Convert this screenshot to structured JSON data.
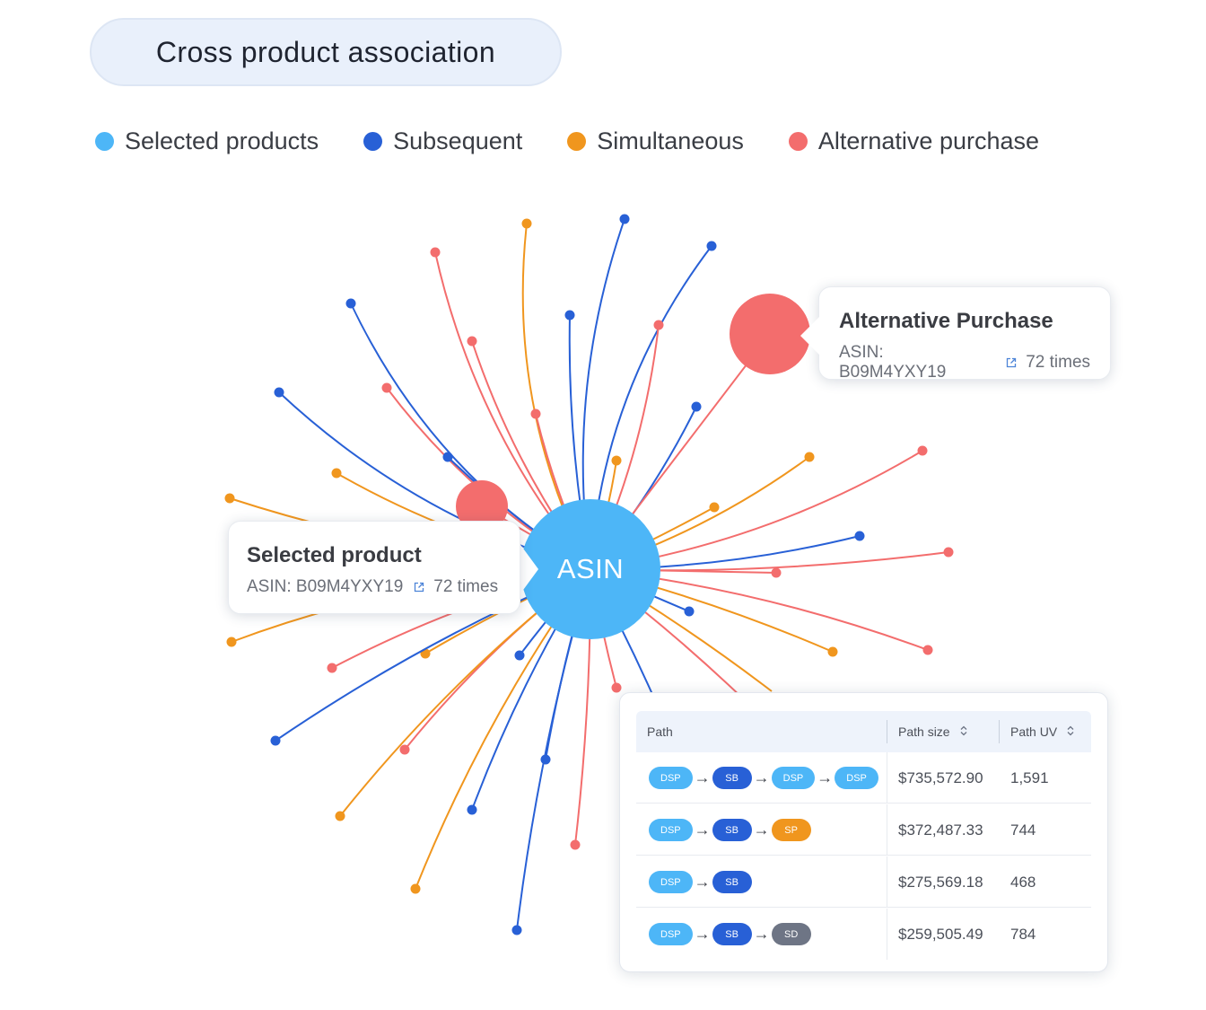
{
  "title": "Cross product association",
  "legend": [
    {
      "label": "Selected products",
      "color": "#4db6f7"
    },
    {
      "label": "Subsequent",
      "color": "#2860d6"
    },
    {
      "label": "Simultaneous",
      "color": "#f0961e"
    },
    {
      "label": "Alternative purchase",
      "color": "#f36d6d"
    }
  ],
  "colors": {
    "selected": "#4db6f7",
    "subsequent": "#2860d6",
    "simultaneous": "#f0961e",
    "alternative": "#f36d6d"
  },
  "center_node": {
    "label": "ASIN"
  },
  "callouts": {
    "alternative": {
      "title": "Alternative Purchase",
      "asin": "ASIN: B09M4YXY19",
      "count": "72 times",
      "icon": "external-link-icon"
    },
    "selected": {
      "title": "Selected product",
      "asin": "ASIN: B09M4YXY19",
      "count": "72 times",
      "icon": "external-link-icon"
    }
  },
  "table": {
    "headers": {
      "path": "Path",
      "size": "Path size",
      "uv": "Path UV"
    },
    "rows": [
      {
        "path": [
          "DSP",
          "SB",
          "DSP",
          "DSP"
        ],
        "size": "$735,572.90",
        "uv": "1,591"
      },
      {
        "path": [
          "DSP",
          "SB",
          "SP"
        ],
        "size": "$372,487.33",
        "uv": "744"
      },
      {
        "path": [
          "DSP",
          "SB"
        ],
        "size": "$275,569.18",
        "uv": "468"
      },
      {
        "path": [
          "DSP",
          "SB",
          "SD"
        ],
        "size": "$259,505.49",
        "uv": "784"
      }
    ],
    "chip_colors": {
      "DSP": "#4db6f7",
      "SB": "#2860d6",
      "SP": "#f0961e",
      "SD": "#6e7585"
    }
  }
}
